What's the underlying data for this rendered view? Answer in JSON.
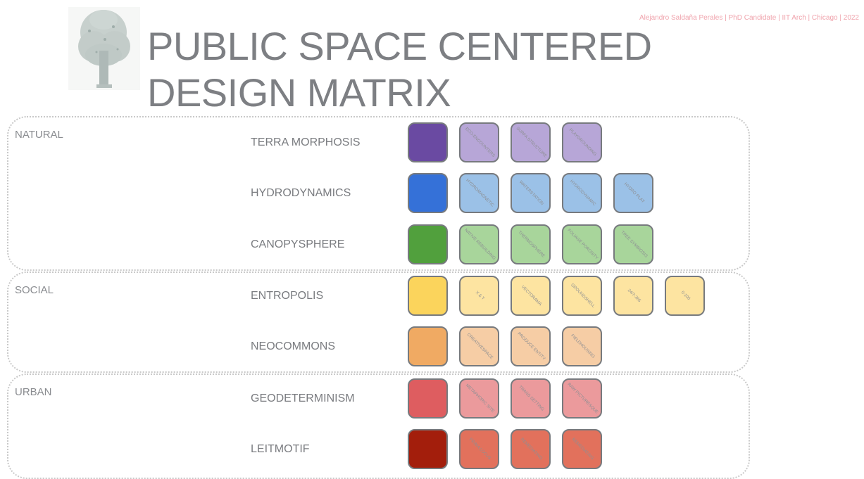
{
  "header": {
    "title_line1": "PUBLIC SPACE CENTERED",
    "title_line2": "DESIGN MATRIX",
    "credits": "Alejandro Saldaña Perales | PhD Candidate | IIT Arch | Chicago | 2022"
  },
  "groups": [
    {
      "label": "NATURAL",
      "rows": [
        {
          "label": "TERRA MORPHOSIS",
          "main_color": "#6a4aa2",
          "tile_color": "#b7a6d7",
          "tiles": [
            "ECO-ENCOUNTERS",
            "SURFA STRUCTURE",
            "PLAYGROUNDING"
          ]
        },
        {
          "label": "HYDRODYNAMICS",
          "main_color": "#3571d8",
          "tile_color": "#9bc1e7",
          "tiles": [
            "HYDROMAGNETIC",
            "WATERSTATION",
            "HYDRODYNAMIC",
            "HYDRO PLAY"
          ]
        },
        {
          "label": "CANOPYSPHERE",
          "main_color": "#51a03d",
          "tile_color": "#a8d59b",
          "tiles": [
            "NATIVE REBUILDING",
            "THERMOSPHERE",
            "FOLIAGE POROSITY",
            "TREE SYMBIOSIS"
          ]
        }
      ]
    },
    {
      "label": "SOCIAL",
      "rows": [
        {
          "label": "ENTROPOLIS",
          "main_color": "#fbd45c",
          "tile_color": "#fde4a1",
          "tiles": [
            "X & Y",
            "VECTORAMA",
            "GROUNDSHELL",
            "24/7-365",
            "0-100"
          ]
        },
        {
          "label": "NEOCOMMONS",
          "main_color": "#f0aa63",
          "tile_color": "#f6cda5",
          "tiles": [
            "CREATIVESPACE",
            "PRODUCE ENTITY",
            "FIELDHOUSING"
          ]
        }
      ]
    },
    {
      "label": "URBAN",
      "rows": [
        {
          "label": "GEODETERMINISM",
          "main_color": "#de5d60",
          "tile_color": "#eb9a9c",
          "tiles": [
            "METAPHORIC SITE",
            "TRANS SETTING",
            "RAW PICTURESQUE"
          ]
        },
        {
          "label": "LEITMOTIF",
          "main_color": "#a31e0c",
          "tile_color": "#e2715c",
          "tiles": [
            "PRIMA LOCUS",
            "REMEDIATING",
            "REMEDIATING"
          ]
        }
      ]
    }
  ]
}
